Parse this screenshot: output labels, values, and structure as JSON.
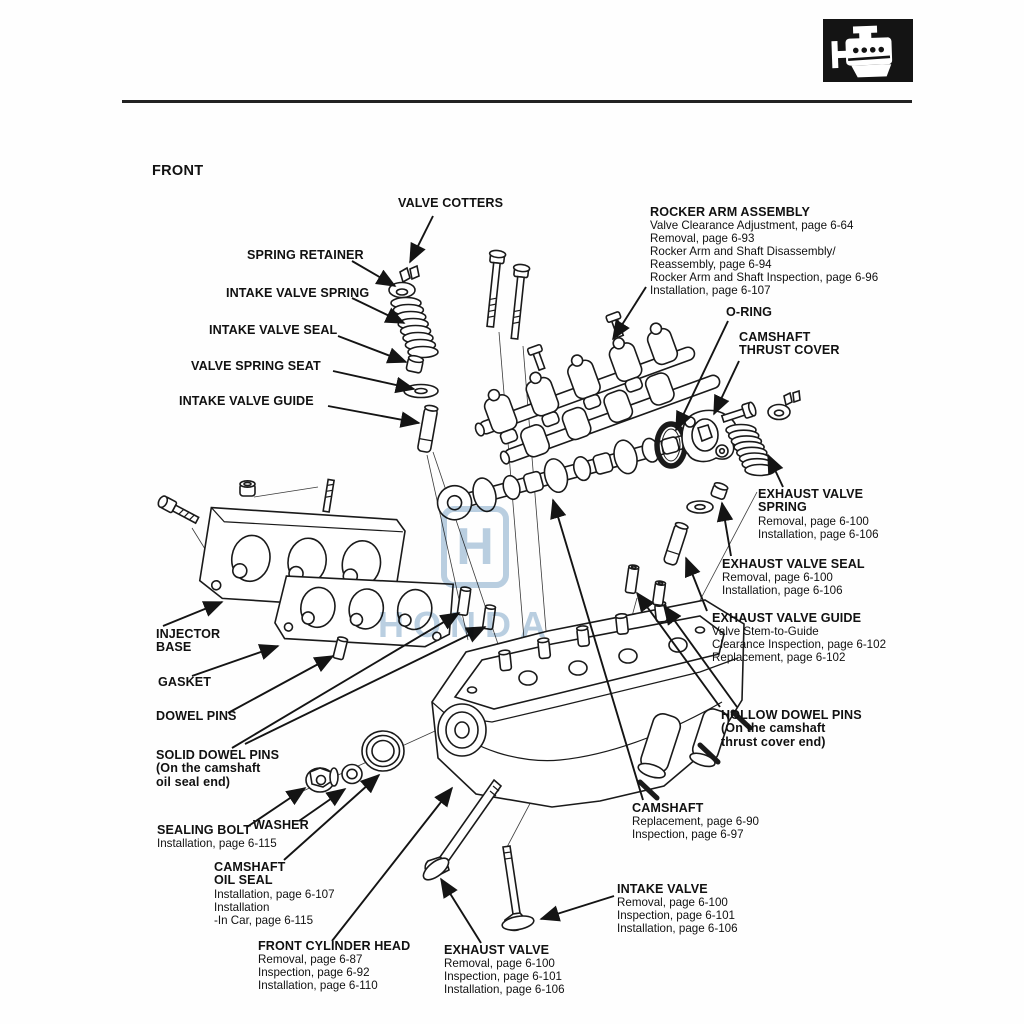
{
  "page": {
    "orientation_label": "FRONT",
    "header": {
      "icon": "engine-icon",
      "rule_color": "#222222",
      "icon_bg": "#141414"
    },
    "watermark": {
      "logo_letter": "H",
      "text": "HONDA",
      "color": "#a9c3da"
    }
  },
  "labels": [
    {
      "id": "valve-cotters",
      "title_lines": [
        "VALVE COTTERS"
      ],
      "sub_lines": []
    },
    {
      "id": "spring-retainer",
      "title_lines": [
        "SPRING RETAINER"
      ],
      "sub_lines": []
    },
    {
      "id": "intake-valve-spring",
      "title_lines": [
        "INTAKE VALVE SPRING"
      ],
      "sub_lines": []
    },
    {
      "id": "intake-valve-seal",
      "title_lines": [
        "INTAKE VALVE SEAL"
      ],
      "sub_lines": []
    },
    {
      "id": "valve-spring-seat",
      "title_lines": [
        "VALVE SPRING SEAT"
      ],
      "sub_lines": []
    },
    {
      "id": "intake-valve-guide",
      "title_lines": [
        "INTAKE VALVE GUIDE"
      ],
      "sub_lines": []
    },
    {
      "id": "rocker-arm-assembly",
      "title_lines": [
        "ROCKER ARM ASSEMBLY"
      ],
      "sub_lines": [
        "Valve Clearance Adjustment, page 6-64",
        "Removal, page 6-93",
        "Rocker Arm and Shaft Disassembly/",
        "Reassembly, page 6-94",
        "Rocker Arm and Shaft Inspection, page 6-96",
        "Installation, page 6-107"
      ]
    },
    {
      "id": "o-ring",
      "title_lines": [
        "O-RING"
      ],
      "sub_lines": []
    },
    {
      "id": "camshaft-thrust-cover",
      "title_lines": [
        "CAMSHAFT",
        "THRUST COVER"
      ],
      "sub_lines": []
    },
    {
      "id": "exhaust-valve-spring",
      "title_lines": [
        "EXHAUST VALVE",
        "SPRING"
      ],
      "sub_lines": [
        "Removal, page 6-100",
        "Installation, page 6-106"
      ]
    },
    {
      "id": "exhaust-valve-seal",
      "title_lines": [
        "EXHAUST VALVE SEAL"
      ],
      "sub_lines": [
        "Removal, page 6-100",
        "Installation, page 6-106"
      ]
    },
    {
      "id": "exhaust-valve-guide",
      "title_lines": [
        "EXHAUST VALVE GUIDE"
      ],
      "sub_lines": [
        "Valve Stem-to-Guide",
        "Clearance Inspection, page 6-102",
        "Replacement, page 6-102"
      ]
    },
    {
      "id": "hollow-dowel-pins",
      "title_lines": [
        "HOLLOW DOWEL PINS",
        "(On the camshaft",
        "thrust cover end)"
      ],
      "sub_lines": []
    },
    {
      "id": "injector-base",
      "title_lines": [
        "INJECTOR",
        "BASE"
      ],
      "sub_lines": []
    },
    {
      "id": "gasket",
      "title_lines": [
        "GASKET"
      ],
      "sub_lines": []
    },
    {
      "id": "dowel-pins",
      "title_lines": [
        "DOWEL PINS"
      ],
      "sub_lines": []
    },
    {
      "id": "solid-dowel-pins",
      "title_lines": [
        "SOLID DOWEL PINS",
        "(On the camshaft",
        "oil seal end)"
      ],
      "sub_lines": []
    },
    {
      "id": "sealing-bolt",
      "title_lines": [
        "SEALING BOLT"
      ],
      "sub_lines": [
        "Installation, page 6-115"
      ]
    },
    {
      "id": "washer",
      "title_lines": [
        "WASHER"
      ],
      "sub_lines": []
    },
    {
      "id": "camshaft-oil-seal",
      "title_lines": [
        "CAMSHAFT",
        "OIL SEAL"
      ],
      "sub_lines": [
        "Installation, page 6-107",
        "Installation",
        "-In Car, page 6-115"
      ]
    },
    {
      "id": "front-cylinder-head",
      "title_lines": [
        "FRONT CYLINDER HEAD"
      ],
      "sub_lines": [
        "Removal, page 6-87",
        "Inspection, page 6-92",
        "Installation, page 6-110"
      ]
    },
    {
      "id": "exhaust-valve",
      "title_lines": [
        "EXHAUST VALVE"
      ],
      "sub_lines": [
        "Removal, page 6-100",
        "Inspection, page 6-101",
        "Installation, page 6-106"
      ]
    },
    {
      "id": "camshaft",
      "title_lines": [
        "CAMSHAFT"
      ],
      "sub_lines": [
        "Replacement, page 6-90",
        "Inspection, page 6-97"
      ]
    },
    {
      "id": "intake-valve",
      "title_lines": [
        "INTAKE VALVE"
      ],
      "sub_lines": [
        "Removal, page 6-100",
        "Inspection, page 6-101",
        "Installation, page 6-106"
      ]
    }
  ]
}
